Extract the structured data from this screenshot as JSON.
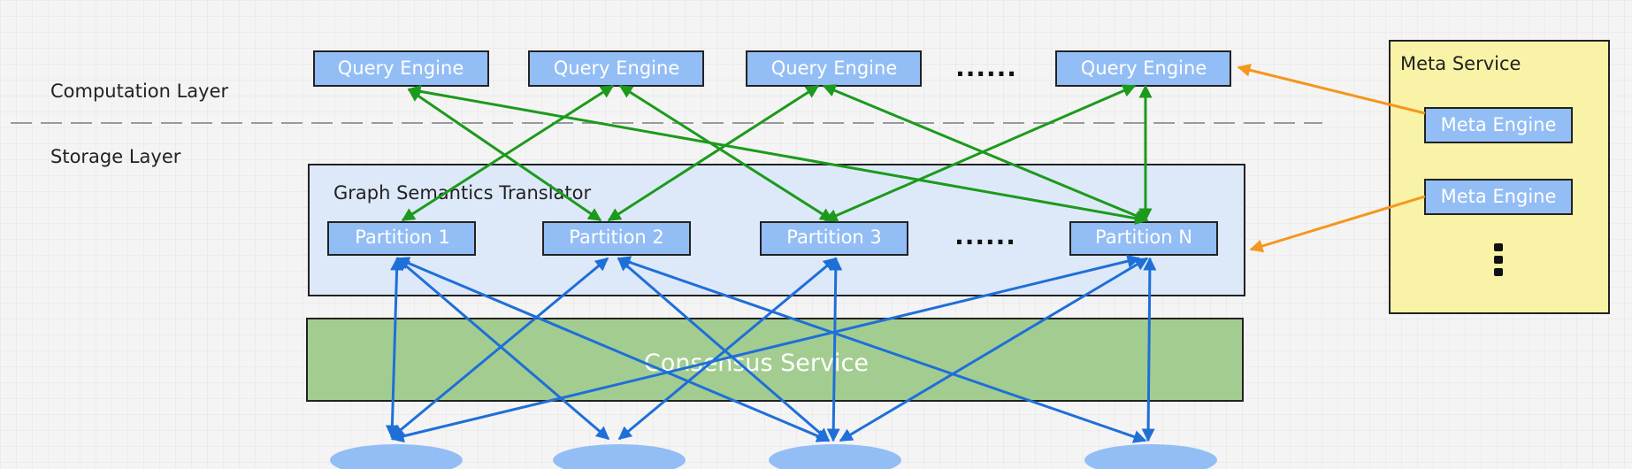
{
  "layers": {
    "computation": "Computation Layer",
    "storage": "Storage Layer"
  },
  "query_engines": [
    "Query Engine",
    "Query Engine",
    "Query Engine",
    "Query Engine"
  ],
  "query_ellipsis": "......",
  "translator_title": "Graph Semantics Translator",
  "partitions": [
    "Partition 1",
    "Partition 2",
    "Partition 3",
    "Partition N"
  ],
  "partition_ellipsis": "......",
  "consensus_label": "Consensus Service",
  "meta_service": {
    "title": "Meta Service",
    "engines": [
      "Meta Engine",
      "Meta Engine"
    ]
  },
  "colors": {
    "box_fill": "#93bdf5",
    "translator_fill": "#dde9f8",
    "consensus_fill": "#a3cd90",
    "meta_fill": "#f8f3a6",
    "green_arrow": "#1c9a1c",
    "blue_arrow": "#1f6fd8",
    "orange_arrow": "#f5961e",
    "disk_fill": "#93bdf5"
  }
}
